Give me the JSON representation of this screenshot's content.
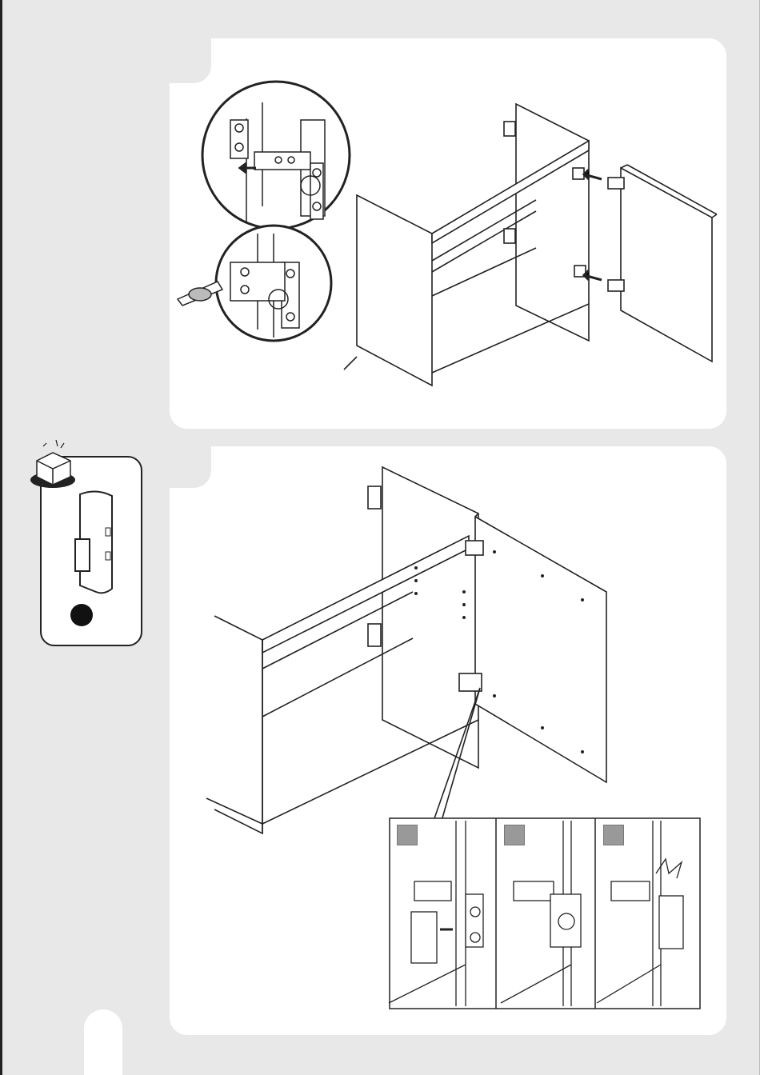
{
  "page": {
    "background": "#e8e8e8",
    "panel_color": "#ffffff",
    "line_color": "#222222"
  },
  "step1": {
    "detail_top": "insert-hinge-screws",
    "detail_bottom": "screwdriver-tighten",
    "main": "attach-door-hinges-to-cabinet"
  },
  "step2": {
    "main": "door-mounted-on-cabinet",
    "substeps": [
      {
        "label": ""
      },
      {
        "label": ""
      },
      {
        "label": ""
      }
    ]
  },
  "parts": {
    "item": "hinge-cover",
    "quantity_marker": "filled-circle",
    "icons": [
      "open-box-icon"
    ]
  }
}
